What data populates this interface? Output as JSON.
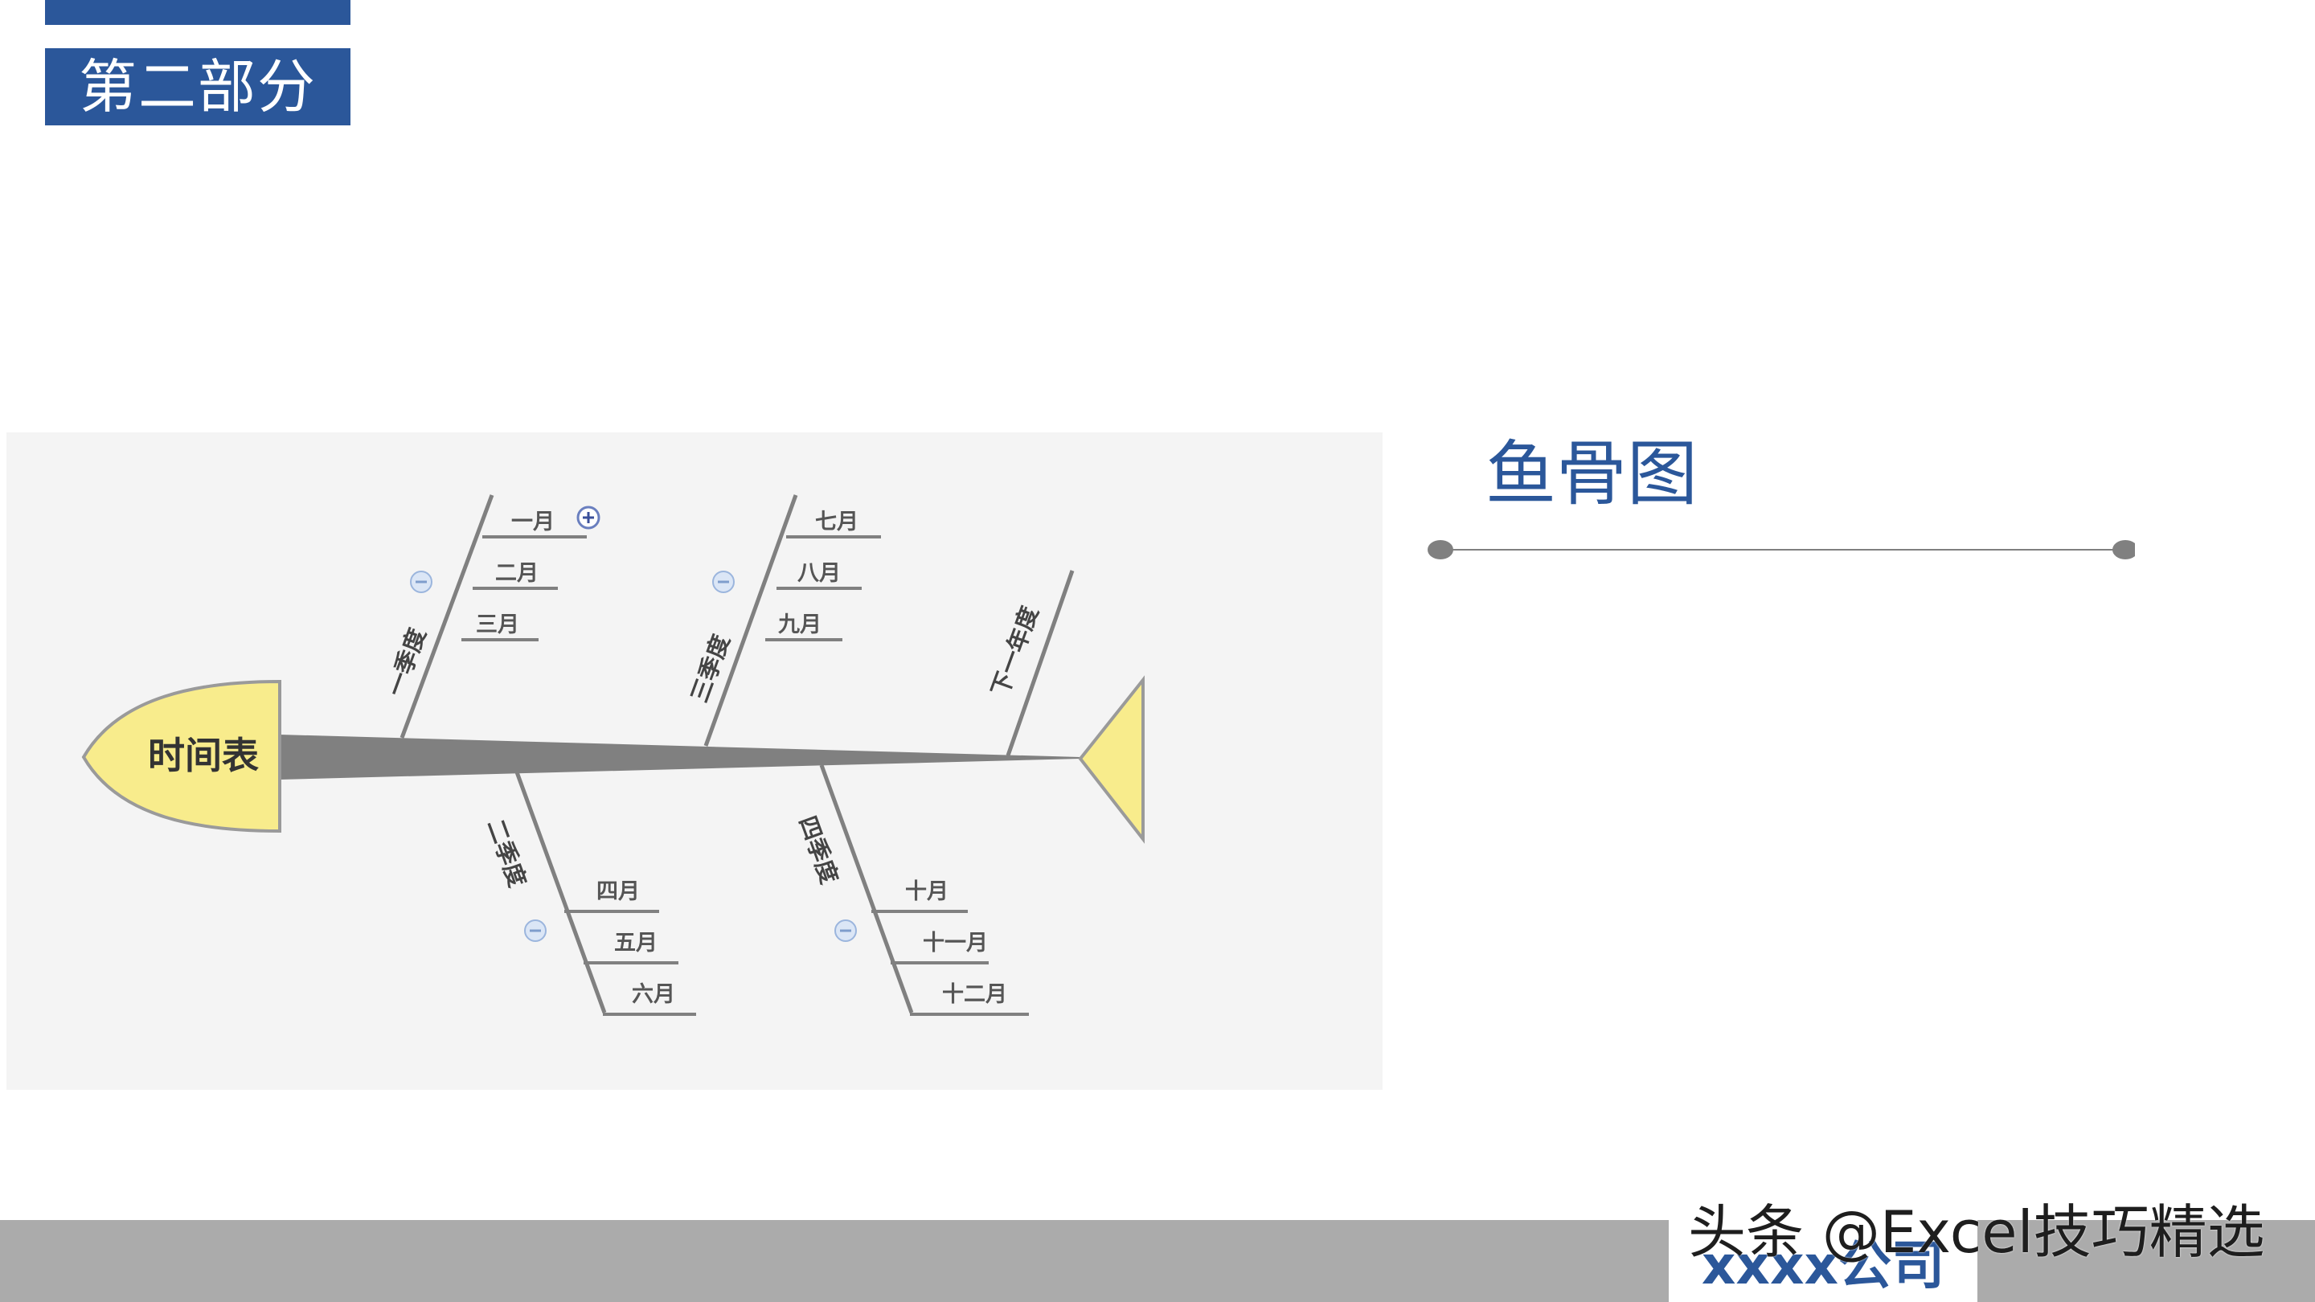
{
  "section": {
    "label": "第二部分"
  },
  "diagram": {
    "head_label": "时间表",
    "branches_top": [
      {
        "label": "一季度",
        "months": [
          "一月",
          "二月",
          "三月"
        ]
      },
      {
        "label": "三季度",
        "months": [
          "七月",
          "八月",
          "九月"
        ]
      },
      {
        "label": "下一年度",
        "months": []
      }
    ],
    "branches_bottom": [
      {
        "label": "二季度",
        "months": [
          "四月",
          "五月",
          "六月"
        ]
      },
      {
        "label": "四季度",
        "months": [
          "十月",
          "十一月",
          "十二月"
        ]
      }
    ]
  },
  "title": {
    "text": "鱼骨图"
  },
  "footer": {
    "company": "xxxx公司"
  },
  "watermark": {
    "text": "头条 @Excel技巧精选"
  },
  "colors": {
    "accent": "#2b579a",
    "fish_fill": "#f8ec8c",
    "spine": "#808080",
    "footer": "#ababab"
  },
  "icons": {
    "expand": "plus-circle-icon",
    "collapse": "minus-circle-icon"
  }
}
